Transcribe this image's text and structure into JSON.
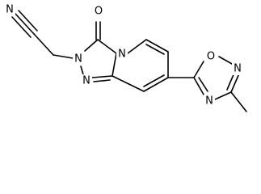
{
  "molecule": {
    "atoms": {
      "cyano_n": "N",
      "carbonyl_o": "O",
      "ring_n_bridge": "N",
      "ring_n_alkyl": "N",
      "ring_n_lower": "N",
      "oxadiazole_o": "O",
      "oxadiazole_n_top": "N",
      "oxadiazole_n_bottom": "N"
    }
  },
  "colors": {
    "bond": "#000000",
    "label": "#000000",
    "background": "#ffffff"
  }
}
